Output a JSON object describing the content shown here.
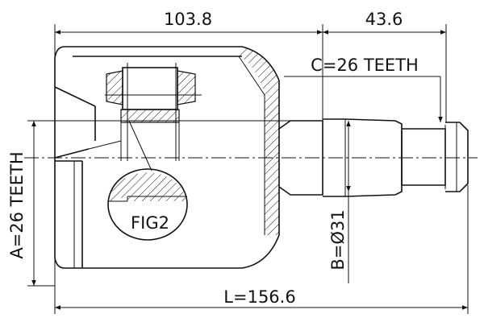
{
  "dimensions": {
    "housing_length": "103.8",
    "stem_length": "43.6",
    "overall_length": "L=156.6",
    "stem_diameter": "B=Ø31"
  },
  "splines": {
    "housing_teeth": "A=26 TEETH",
    "stem_teeth": "C=26 TEETH"
  },
  "detail": {
    "label": "FIG2"
  }
}
